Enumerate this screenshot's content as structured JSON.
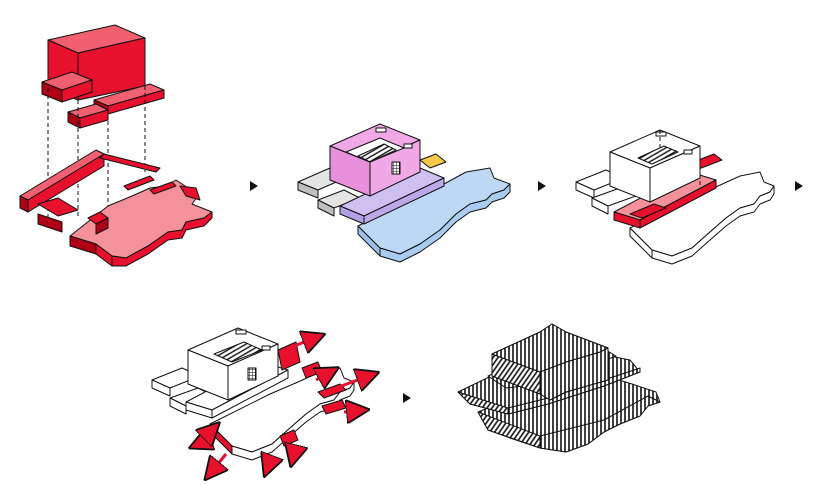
{
  "colors": {
    "red": "#e8112d",
    "red_dark": "#b00016",
    "red_light": "#f4919b",
    "pink": "#f0a8e6",
    "violet": "#cfc0f2",
    "blue": "#bcd8f5",
    "grey": "#d8d8d8",
    "yellow": "#f5c84a",
    "ink": "#111111",
    "paper": "#ffffff"
  },
  "steps": [
    {
      "id": "step-1",
      "description_icon": "exploded-red-volumes"
    },
    {
      "id": "step-2",
      "description_icon": "colored-program-volumes"
    },
    {
      "id": "step-3",
      "description_icon": "cut-through-volumes"
    },
    {
      "id": "step-4",
      "description_icon": "expanding-arrows"
    },
    {
      "id": "step-5",
      "description_icon": "hatched-final-mass"
    }
  ],
  "arrows": [
    "play-arrow-icon",
    "play-arrow-icon",
    "play-arrow-icon",
    "play-arrow-icon"
  ]
}
